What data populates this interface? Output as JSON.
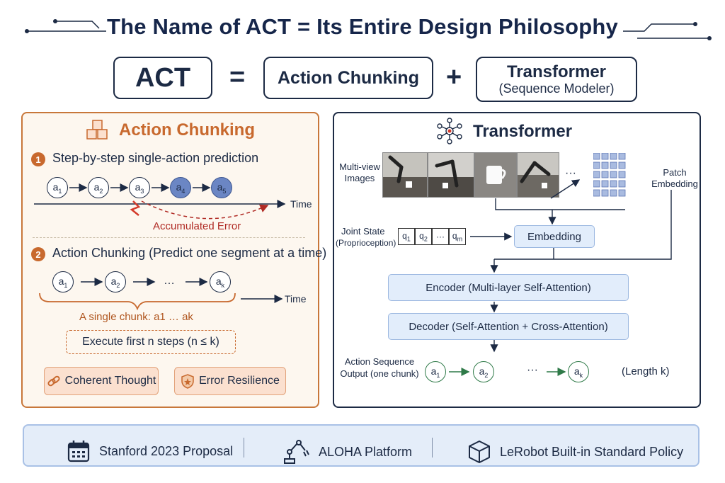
{
  "title": "The Name of ACT = Its Entire Design Philosophy",
  "equation": {
    "act": "ACT",
    "equals": "=",
    "chunking": "Action Chunking",
    "plus": "+",
    "transformer": "Transformer",
    "transformer_sub": "(Sequence Modeler)"
  },
  "left": {
    "heading": "Action Chunking",
    "step1": {
      "num": "1",
      "label": "Step-by-step single-action prediction"
    },
    "seq1": [
      "a1",
      "a2",
      "a3",
      "a4",
      "a5"
    ],
    "time": "Time",
    "error_label": "Accumulated Error",
    "step2": {
      "num": "2",
      "label": "Action Chunking (Predict one segment at a time)"
    },
    "seq2": [
      "a1",
      "a2",
      "…",
      "ak"
    ],
    "chunk_label": "A single chunk:  a1 … ak",
    "execute_label": "Execute first n steps (n ≤ k)",
    "pill1": "Coherent Thought",
    "pill2": "Error Resilience"
  },
  "right": {
    "heading": "Transformer",
    "images_label": "Multi-view Images",
    "ellipsis": "···",
    "patch_label": "Patch Embedding",
    "joint_label": "Joint State",
    "joint_sub": "(Proprioception)",
    "q": [
      "q1",
      "q2",
      "···",
      "qm"
    ],
    "embedding": "Embedding",
    "encoder": "Encoder (Multi-layer Self-Attention)",
    "decoder": "Decoder (Self-Attention + Cross-Attention)",
    "output_label": "Action Sequence Output (one chunk)",
    "out_seq": [
      "a1",
      "a2",
      "···",
      "ak"
    ],
    "length": "(Length k)"
  },
  "footer": {
    "item1": "Stanford 2023 Proposal",
    "item2": "ALOHA Platform",
    "item3": "LeRobot Built-in Standard Policy"
  },
  "colors": {
    "accent_orange": "#c8692e",
    "navy": "#1c2a44",
    "blue_block": "#e2edfb",
    "green": "#2f7a48"
  }
}
